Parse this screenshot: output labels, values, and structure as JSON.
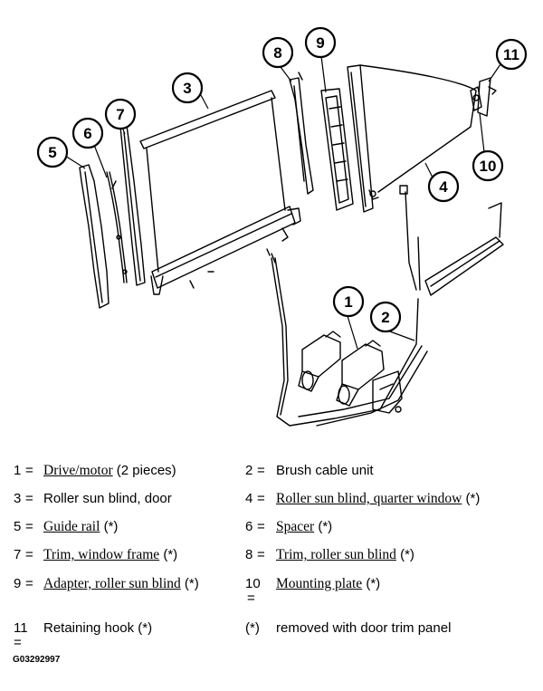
{
  "callouts": [
    {
      "id": "1",
      "label": "1"
    },
    {
      "id": "2",
      "label": "2"
    },
    {
      "id": "3",
      "label": "3"
    },
    {
      "id": "4",
      "label": "4"
    },
    {
      "id": "5",
      "label": "5"
    },
    {
      "id": "6",
      "label": "6"
    },
    {
      "id": "7",
      "label": "7"
    },
    {
      "id": "8",
      "label": "8"
    },
    {
      "id": "9",
      "label": "9"
    },
    {
      "id": "10",
      "label": "10"
    },
    {
      "id": "11",
      "label": "11"
    }
  ],
  "legend": {
    "items": [
      {
        "num": "1",
        "eq": "=",
        "plain": "",
        "link": "Drive/motor",
        "suffix": " (2 pieces)"
      },
      {
        "num": "2",
        "eq": "=",
        "plain": "Brush cable unit",
        "link": "",
        "suffix": ""
      },
      {
        "num": "3",
        "eq": "=",
        "plain": "Roller sun blind, door",
        "link": "",
        "suffix": ""
      },
      {
        "num": "4",
        "eq": "=",
        "plain": "",
        "link": "Roller sun blind, quarter window",
        "suffix": " (*)"
      },
      {
        "num": "5",
        "eq": "=",
        "plain": "",
        "link": "Guide rail",
        "suffix": " (*)"
      },
      {
        "num": "6",
        "eq": "=",
        "plain": "",
        "link": "Spacer",
        "suffix": " (*)"
      },
      {
        "num": "7",
        "eq": "=",
        "plain": "",
        "link": "Trim, window frame",
        "suffix": " (*)"
      },
      {
        "num": "8",
        "eq": "=",
        "plain": "",
        "link": "Trim, roller sun blind",
        "suffix": " (*)"
      },
      {
        "num": "9",
        "eq": "=",
        "plain": "",
        "link": "Adapter, roller sun blind",
        "suffix": " (*)"
      },
      {
        "num": "10",
        "eq": "=",
        "plain": "",
        "link": "Mounting plate",
        "suffix": " (*)"
      },
      {
        "num": "11",
        "eq": "=",
        "plain": "Retaining hook (*)",
        "link": "",
        "suffix": ""
      },
      {
        "num": "(*)",
        "eq": "",
        "plain": "removed with door trim panel",
        "link": "",
        "suffix": ""
      }
    ]
  },
  "figure_code": "G03292997"
}
